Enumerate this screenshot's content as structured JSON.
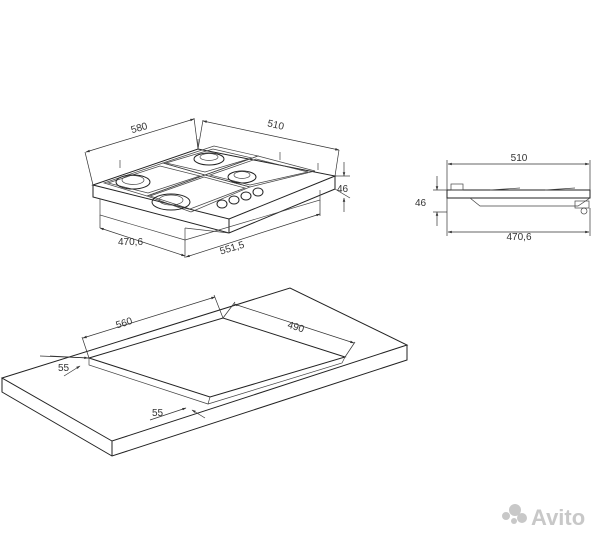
{
  "hob_top": {
    "width": "580",
    "depth": "510",
    "height": "46",
    "inner_depth": "470,6",
    "inner_width": "551,5"
  },
  "hob_side": {
    "depth": "510",
    "height": "46",
    "inner_depth": "470,6"
  },
  "cutout": {
    "width": "560",
    "depth": "490",
    "margin_front": "55",
    "margin_side": "55"
  },
  "watermark": {
    "text": "Avito",
    "color": "#c8c8c8"
  }
}
